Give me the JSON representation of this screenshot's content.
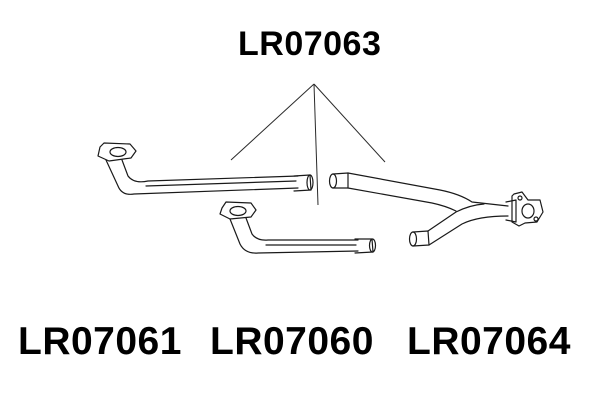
{
  "assembly": {
    "part_number": "LR07063"
  },
  "components": [
    {
      "part_number": "LR07061"
    },
    {
      "part_number": "LR07060"
    },
    {
      "part_number": "LR07064"
    }
  ],
  "colors": {
    "line": "#1a1a1a",
    "text": "#000000",
    "background": "#ffffff"
  }
}
